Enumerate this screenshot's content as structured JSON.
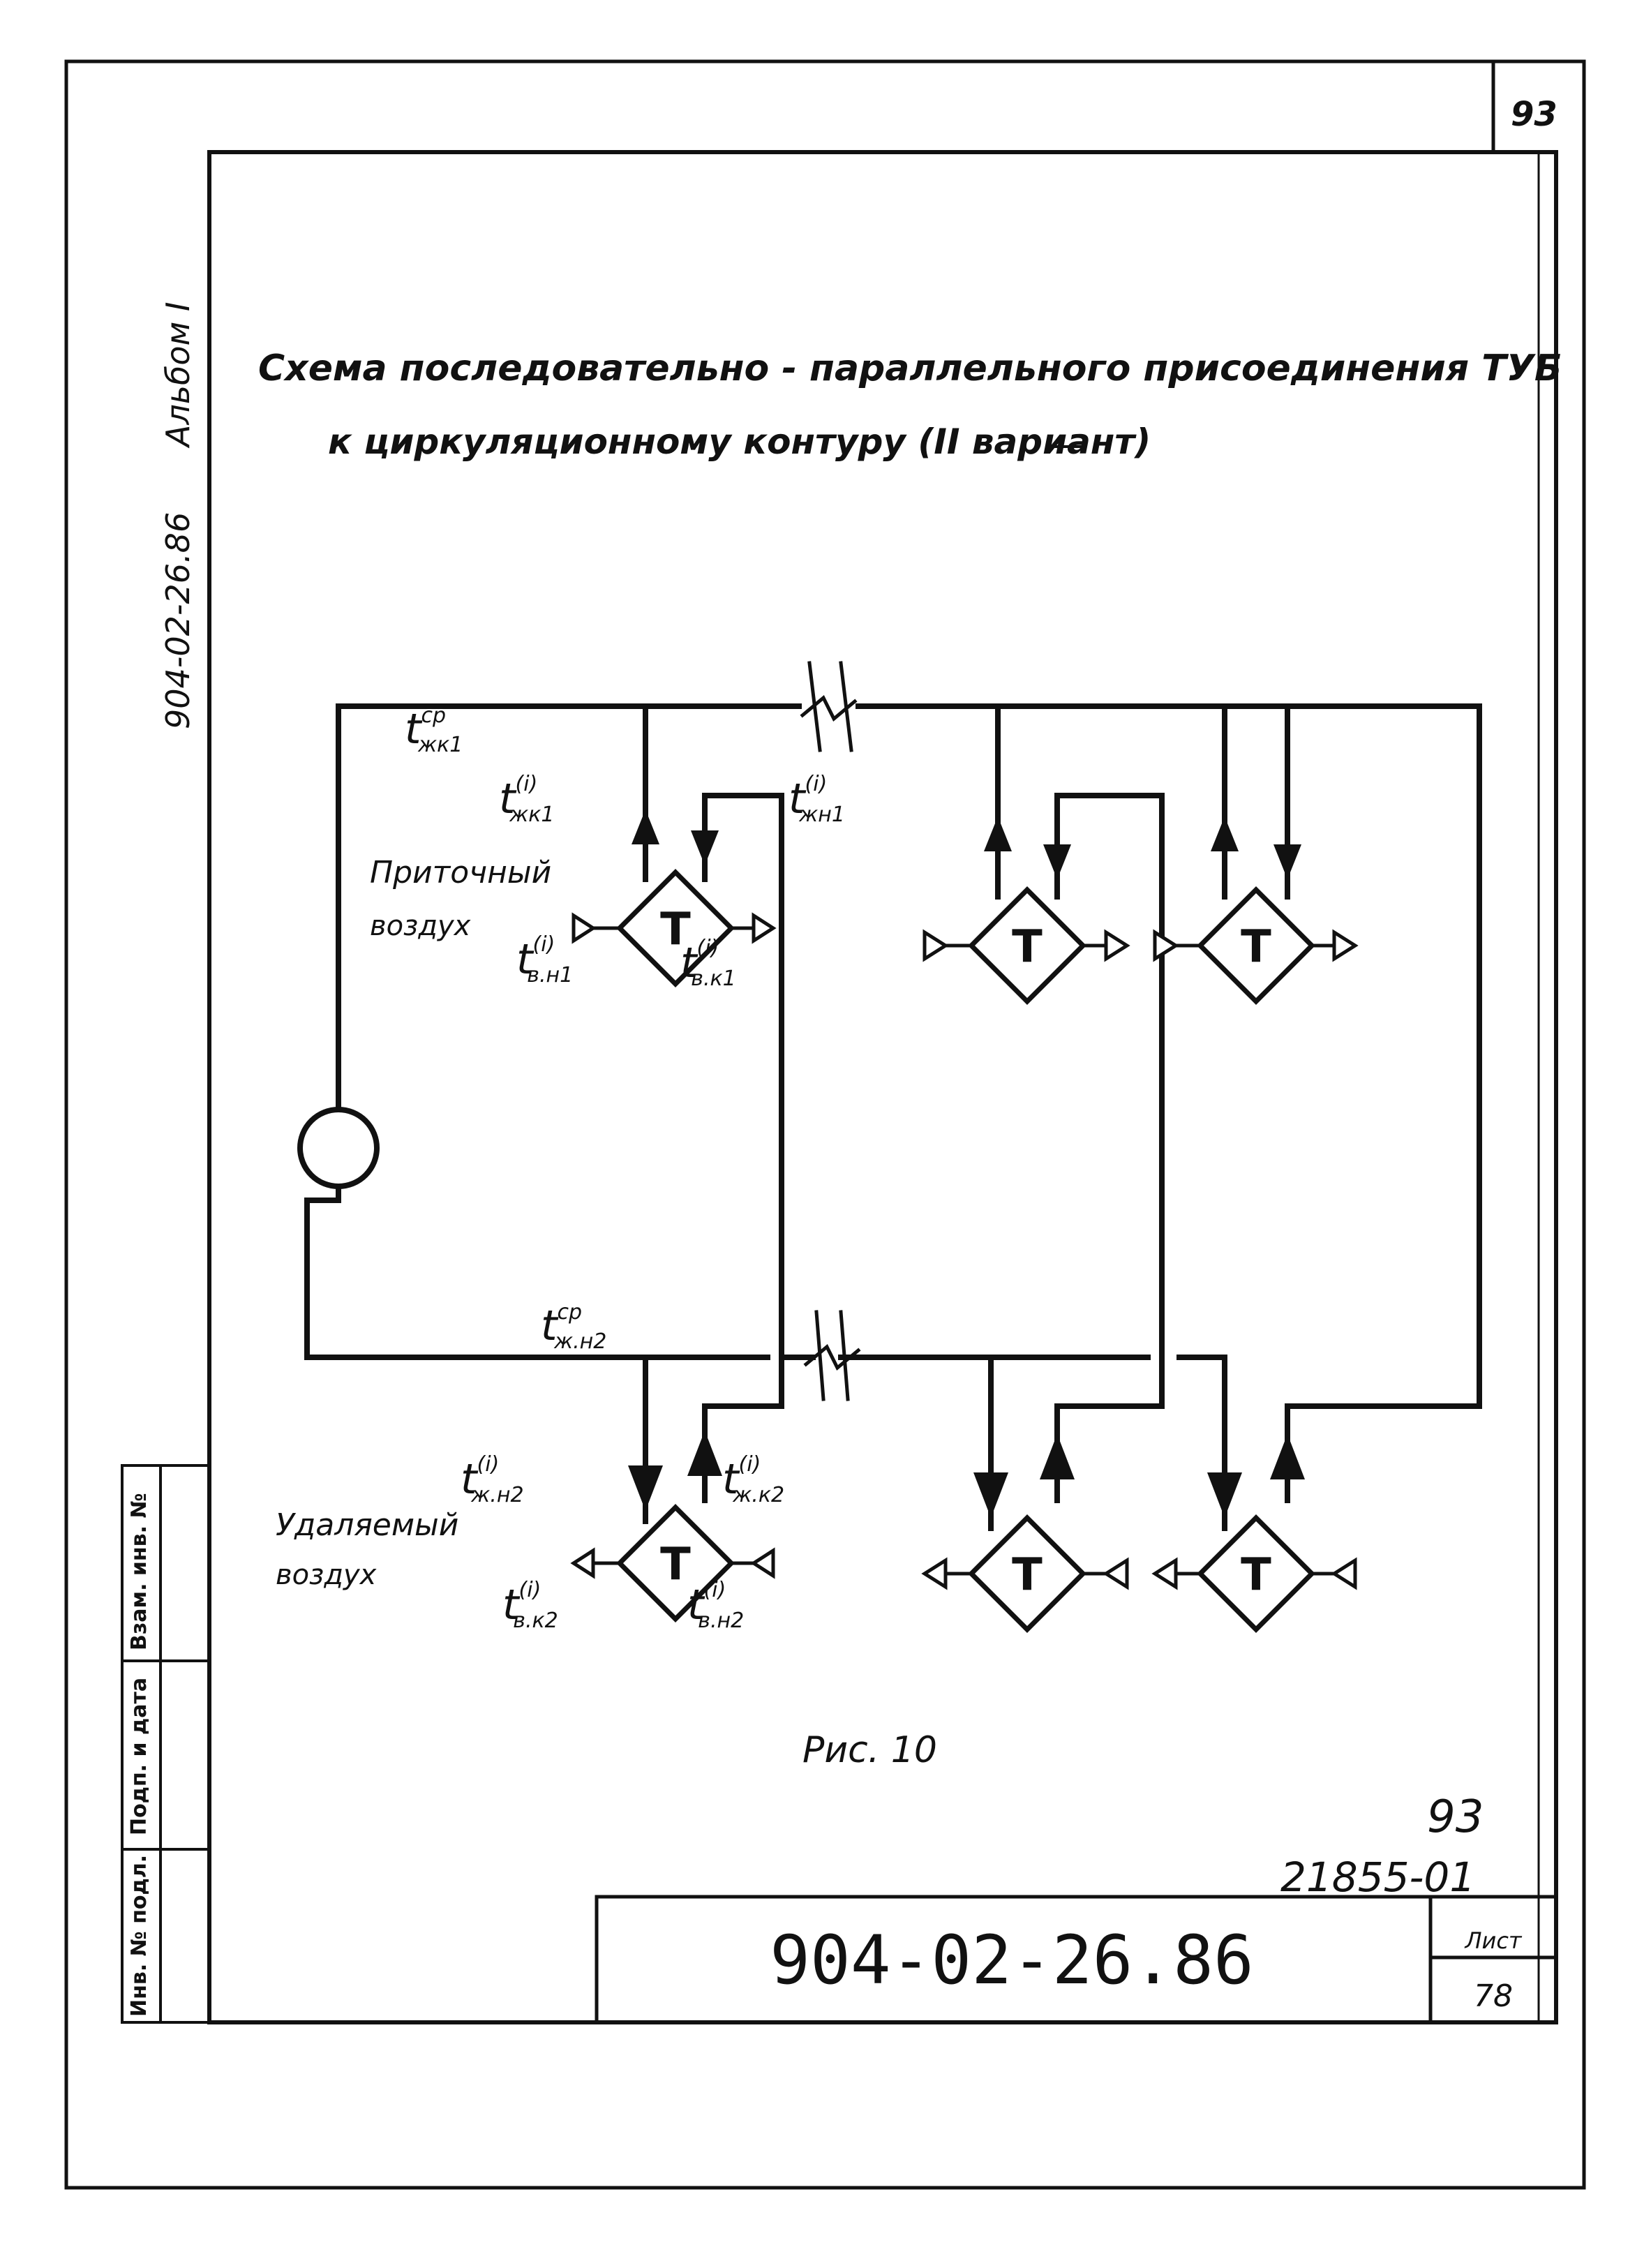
{
  "sheet": {
    "top_page_number": "93",
    "side_album": "Альбом I",
    "side_code": "904-02-26.86",
    "title_line1": "Схема последовательно - параллельного присоединения ТУБ",
    "title_line2": "к циркуляционному контуру (II вариант)",
    "figure_caption": "Рис. 10",
    "page_number_handwritten": "93",
    "inventory_number": "21855-01",
    "stamp_code": "904-02-26.86",
    "stamp_sheet_label": "Лист",
    "stamp_sheet_number": "78"
  },
  "left_stamp": {
    "cells": [
      "Инв. № подл.",
      "Подп. и дата",
      "Взам. инв. №"
    ]
  },
  "diagram": {
    "exchanger_symbol": "T",
    "supply_air_label_1": "Приточный",
    "supply_air_label_2": "воздух",
    "exhaust_air_label_1": "Удаляемый",
    "exhaust_air_label_2": "воздух",
    "temp_labels": {
      "t_avg_zhk1": "t",
      "t_avg_zhk1_sup": "ср",
      "t_avg_zhk1_sub": "жк1",
      "t_zhk1": "t",
      "t_zhk1_sup": "(i)",
      "t_zhk1_sub": "жк1",
      "t_zhn1": "t",
      "t_zhn1_sup": "(i)",
      "t_zhn1_sub": "жн1",
      "t_vn1": "t",
      "t_vn1_sup": "(i)",
      "t_vn1_sub": "в.н1",
      "t_vk1": "t",
      "t_vk1_sup": "(i)",
      "t_vk1_sub": "в.к1",
      "t_avg_zhn2": "t",
      "t_avg_zhn2_sup": "ср",
      "t_avg_zhn2_sub": "ж.н2",
      "t_zhn2": "t",
      "t_zhn2_sup": "(i)",
      "t_zhn2_sub": "ж.н2",
      "t_zhk2": "t",
      "t_zhk2_sup": "(i)",
      "t_zhk2_sub": "ж.к2",
      "t_vk2": "t",
      "t_vk2_sup": "(i)",
      "t_vk2_sub": "в.к2",
      "t_vn2": "t",
      "t_vn2_sup": "(i)",
      "t_vn2_sub": "в.н2"
    }
  }
}
